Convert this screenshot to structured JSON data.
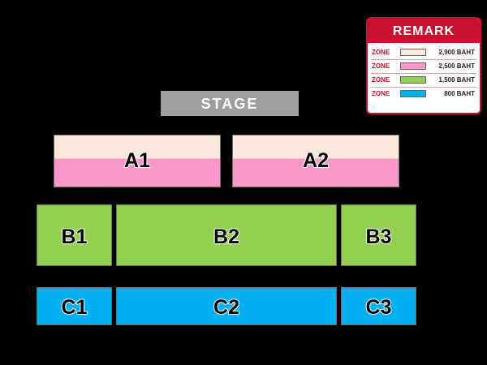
{
  "remark": {
    "title": "REMARK",
    "rows": [
      {
        "zone": "ZONE",
        "price": "2,900 BAHT",
        "color": "#fde9dc"
      },
      {
        "zone": "ZONE",
        "price": "2,500 BAHT",
        "color": "#fb98cb"
      },
      {
        "zone": "ZONE",
        "price": "1,500 BAHT",
        "color": "#92d050"
      },
      {
        "zone": "ZONE",
        "price": "800 BAHT",
        "color": "#00b0f0"
      }
    ]
  },
  "stage": {
    "label": "STAGE"
  },
  "zones": {
    "a1": "A1",
    "a2": "A2",
    "b1": "B1",
    "b2": "B2",
    "b3": "B3",
    "c1": "C1",
    "c2": "C2",
    "c3": "C3"
  },
  "colors": {
    "zone_a_top": "#fde9dc",
    "zone_a_bottom": "#fb98cb",
    "zone_b": "#92d050",
    "zone_c": "#00b0f0",
    "stage": "#9e9e9e",
    "remark_accent": "#c8102e"
  }
}
